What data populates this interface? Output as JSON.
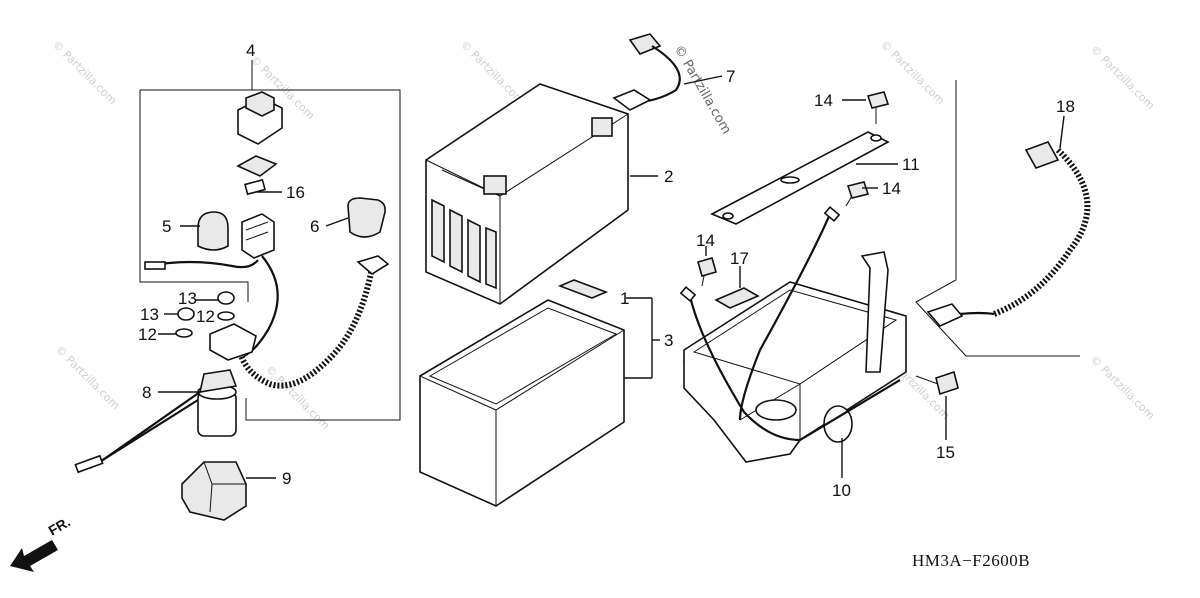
{
  "diagram": {
    "code": "HM3A−F2600B",
    "direction_label": "FR.",
    "watermark": "© Partzilla.com",
    "callouts": [
      {
        "id": "c1",
        "label": "1"
      },
      {
        "id": "c2",
        "label": "2"
      },
      {
        "id": "c3",
        "label": "3"
      },
      {
        "id": "c4",
        "label": "4"
      },
      {
        "id": "c5",
        "label": "5"
      },
      {
        "id": "c6",
        "label": "6"
      },
      {
        "id": "c7",
        "label": "7"
      },
      {
        "id": "c8",
        "label": "8"
      },
      {
        "id": "c9",
        "label": "9"
      },
      {
        "id": "c10",
        "label": "10"
      },
      {
        "id": "c11",
        "label": "11"
      },
      {
        "id": "c12a",
        "label": "12"
      },
      {
        "id": "c12b",
        "label": "12"
      },
      {
        "id": "c13a",
        "label": "13"
      },
      {
        "id": "c13b",
        "label": "13"
      },
      {
        "id": "c14a",
        "label": "14"
      },
      {
        "id": "c14b",
        "label": "14"
      },
      {
        "id": "c14c",
        "label": "14"
      },
      {
        "id": "c15",
        "label": "15"
      },
      {
        "id": "c16",
        "label": "16"
      },
      {
        "id": "c17",
        "label": "17"
      },
      {
        "id": "c18",
        "label": "18"
      }
    ]
  }
}
